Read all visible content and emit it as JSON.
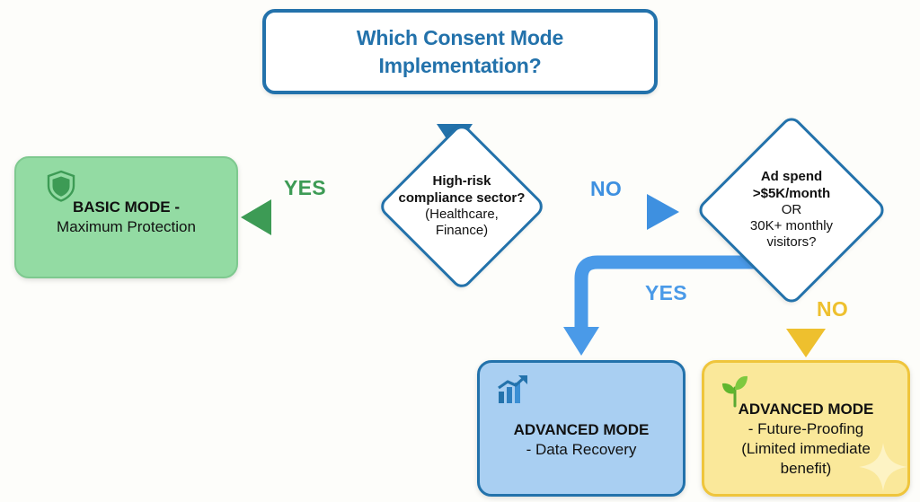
{
  "diagram": {
    "type": "flowchart",
    "title_node": {
      "id": "q-consent-mode",
      "line1": "Which Consent Mode",
      "line2": "Implementation?",
      "shape": "rounded-rect",
      "border_color": "#2372ab",
      "text_color": "#2372ab"
    },
    "decisions": [
      {
        "id": "d-high-risk",
        "shape": "diamond",
        "bold_line1": "High-risk",
        "bold_line2": "compliance sector?",
        "plain_line1": "(Healthcare,",
        "plain_line2": "Finance)",
        "border_color": "#2372ab"
      },
      {
        "id": "d-ad-spend",
        "shape": "diamond",
        "bold_line1": "Ad spend",
        "bold_line2": ">$5K/month",
        "plain_line1": "OR",
        "plain_line2": "30K+ monthly",
        "plain_line3": "visitors?",
        "border_color": "#2372ab"
      }
    ],
    "outcomes": [
      {
        "id": "o-basic-mode",
        "icon": "shield-icon",
        "title": "BASIC MODE -",
        "subtitle": "Maximum Protection",
        "fill": "#93dba3",
        "border": "#7ec98f"
      },
      {
        "id": "o-advanced-data-recovery",
        "icon": "growth-chart-icon",
        "title": "ADVANCED MODE",
        "subtitle": "- Data Recovery",
        "fill": "#a9cff2",
        "border": "#2372ab"
      },
      {
        "id": "o-advanced-future-proofing",
        "icon": "seedling-icon",
        "title": "ADVANCED MODE",
        "subtitle_line1": "- Future-Proofing",
        "subtitle_line2": "(Limited immediate",
        "subtitle_line3": "benefit)",
        "fill": "#fae89a",
        "border": "#efc53c",
        "decoration": "sparkle-icon"
      }
    ],
    "edges": [
      {
        "id": "e-start",
        "from": "q-consent-mode",
        "to": "d-high-risk",
        "label": "",
        "color": "#2372ab",
        "style": "straight-down"
      },
      {
        "id": "e-yes-basic",
        "from": "d-high-risk",
        "to": "o-basic-mode",
        "label": "YES",
        "color": "#3d9b55",
        "style": "straight-left"
      },
      {
        "id": "e-no-spend",
        "from": "d-high-risk",
        "to": "d-ad-spend",
        "label": "NO",
        "color": "#3e90e0",
        "style": "straight-right"
      },
      {
        "id": "e-yes-data",
        "from": "d-ad-spend",
        "to": "o-advanced-data-recovery",
        "label": "YES",
        "color": "#4a9ae8",
        "style": "elbow-left-down"
      },
      {
        "id": "e-no-future",
        "from": "d-ad-spend",
        "to": "o-advanced-future-proofing",
        "label": "NO",
        "color": "#eec02e",
        "style": "straight-down"
      }
    ],
    "background_color": "#fdfdfa"
  }
}
